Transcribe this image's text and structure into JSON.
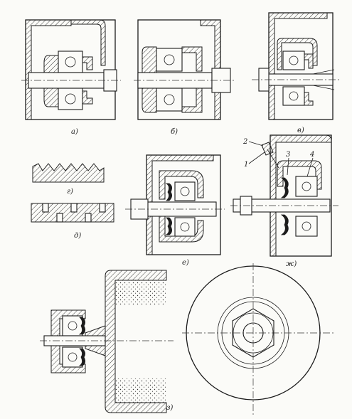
{
  "figure_labels": {
    "a": "а)",
    "b": "б)",
    "v": "в)",
    "g": "г)",
    "d": "д)",
    "e": "е)",
    "zh": "ж)",
    "z": "з)"
  },
  "callouts": [
    "1",
    "2",
    "3",
    "4"
  ]
}
